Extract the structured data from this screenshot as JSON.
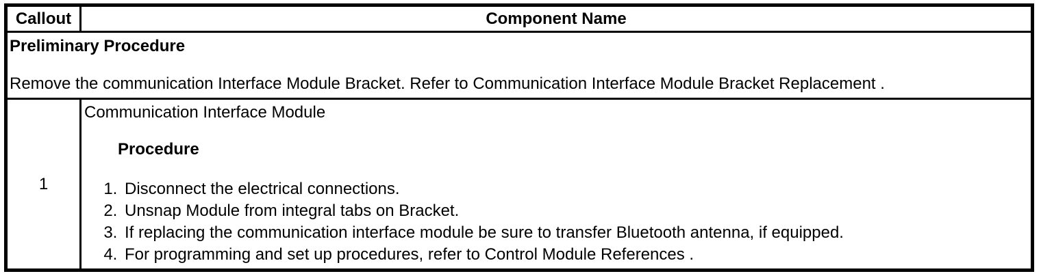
{
  "table": {
    "header": {
      "callout": "Callout",
      "component_name": "Component Name"
    },
    "preliminary": {
      "title": "Preliminary Procedure",
      "text": "Remove the communication Interface Module Bracket. Refer to Communication Interface Module Bracket Replacement ."
    },
    "row": {
      "callout": "1",
      "component_name": "Communication Interface Module",
      "procedure_heading": "Procedure",
      "steps": [
        "Disconnect the electrical connections.",
        "Unsnap Module from integral tabs on Bracket.",
        "If replacing the communication interface module be sure to transfer Bluetooth antenna, if equipped.",
        "For programming and set up procedures, refer to Control Module References ."
      ]
    },
    "colors": {
      "border": "#000000",
      "text": "#000000",
      "background": "#ffffff"
    }
  }
}
